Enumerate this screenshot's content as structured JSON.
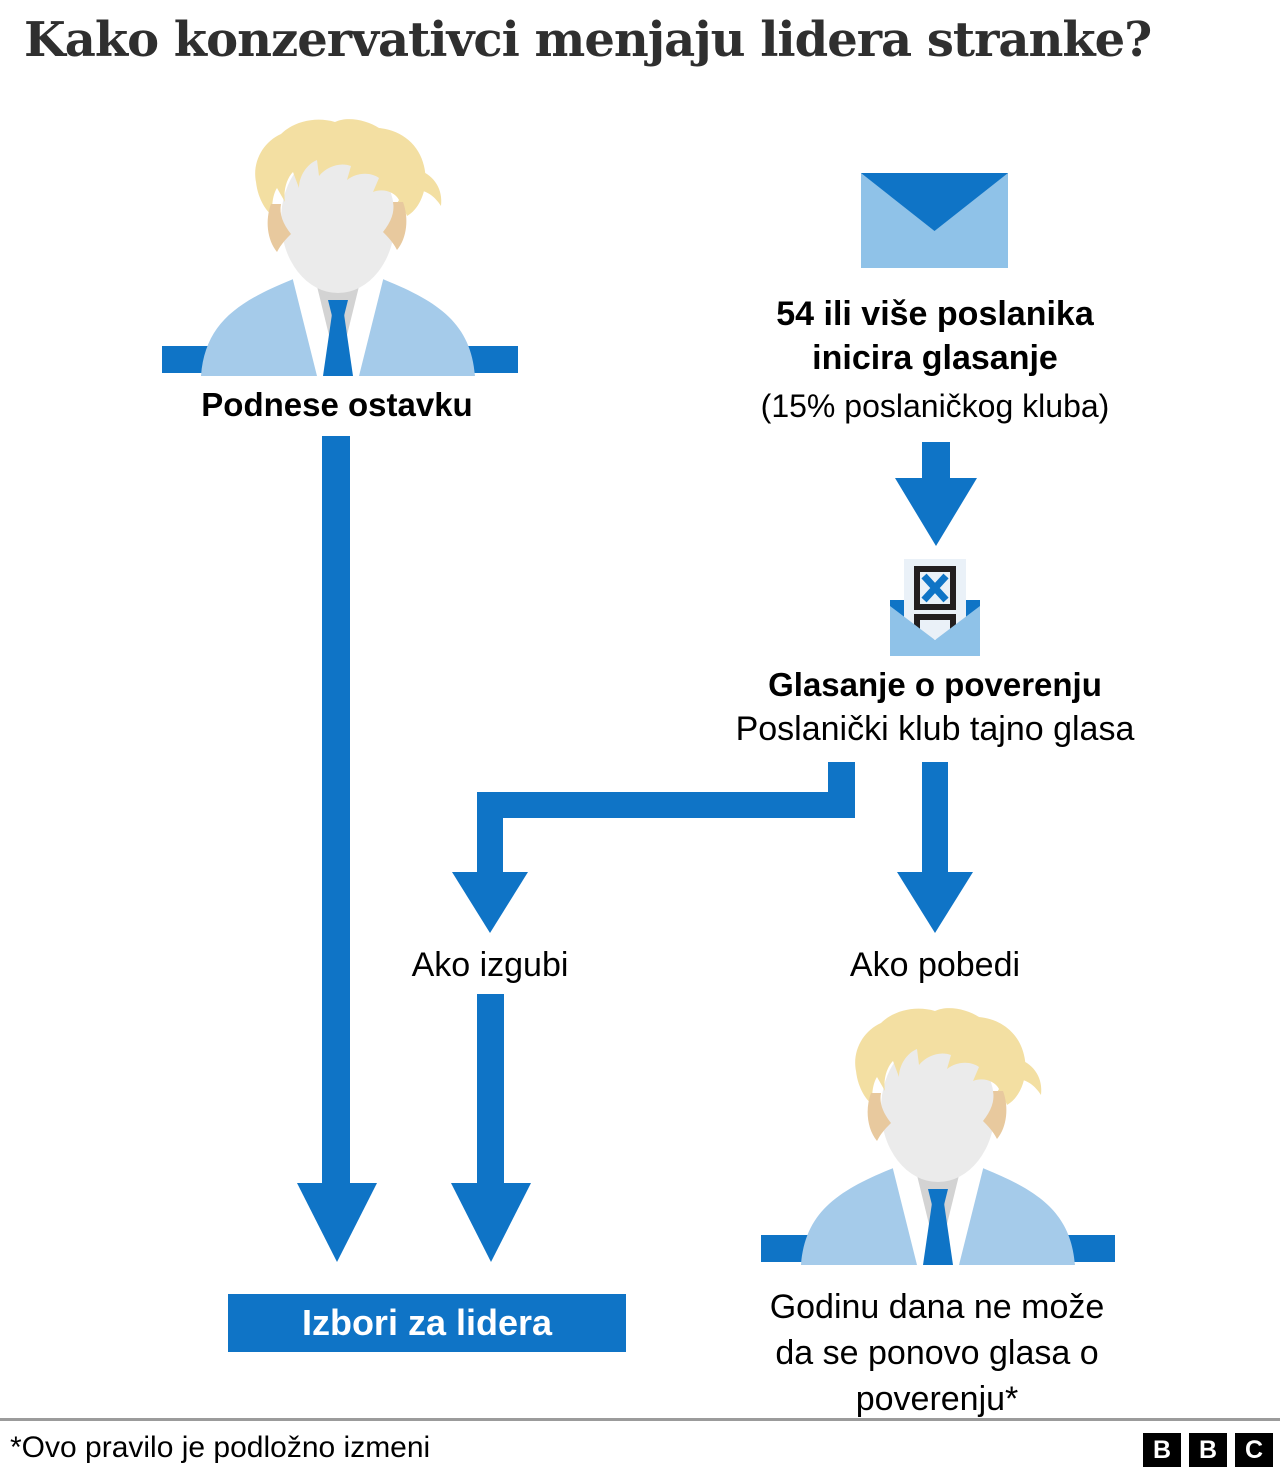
{
  "title": "Kako konzervativci menjaju lidera stranke?",
  "left_branch": {
    "resign_label": "Podnese ostavku",
    "lose_label": "Ako izgubi",
    "election_label": "Izbori za lidera"
  },
  "right_branch": {
    "initiate": {
      "line1": "54 ili više poslanika",
      "line2": "inicira glasanje",
      "note": "(15% poslaničkog kluba)"
    },
    "vote": {
      "title": "Glasanje o poverenju",
      "subtitle": "Poslanički klub tajno glasa"
    },
    "win_label": "Ako pobedi",
    "win_note": {
      "line1": "Godinu dana ne može",
      "line2": "da se ponovo glasa o",
      "line3": "poverenju*"
    }
  },
  "icons": {
    "leader": "person-icon",
    "letters": "envelope-icon",
    "ballot": "ballot-box-icon",
    "arrows": "arrow-down-icon"
  },
  "footer": {
    "note": "*Ovo pravilo je podložno izmeni",
    "logo": {
      "b1": "B",
      "b2": "B",
      "c": "C"
    }
  },
  "colors": {
    "accent_blue": "#0f74c6",
    "envelope_light_blue": "#8fc2e8",
    "suit_light_blue": "#a5cbea",
    "hair_blonde": "#f3dfa2",
    "divider_gray": "#9b9b9b"
  }
}
